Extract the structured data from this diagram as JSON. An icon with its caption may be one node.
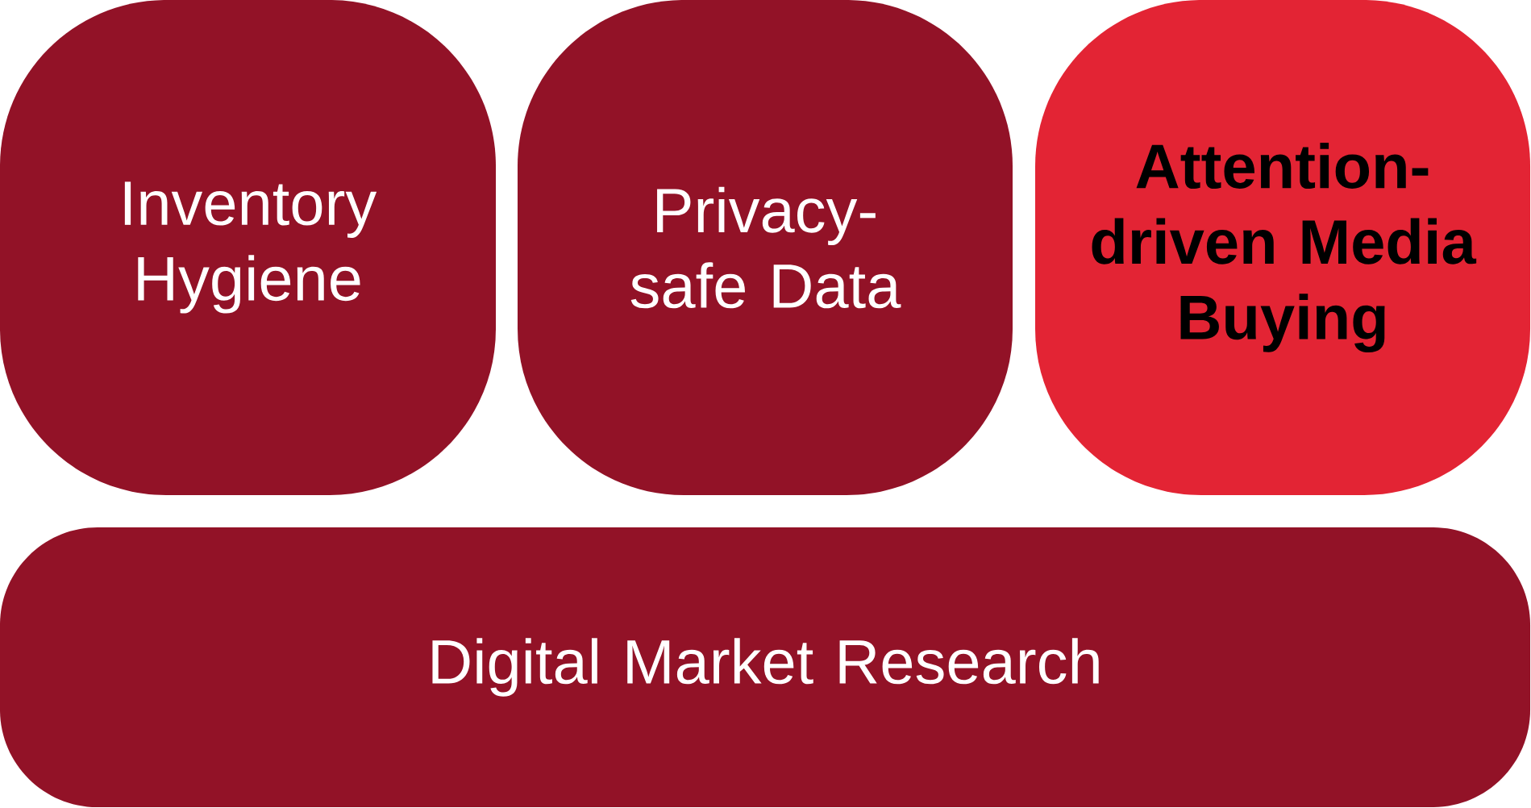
{
  "diagram": {
    "nodes": [
      {
        "text": [
          "Inventory Hygiene"
        ]
      },
      {
        "text": [
          "Privacy-safe Data"
        ]
      },
      {
        "text": [
          "Attention-driven Media Buying"
        ]
      },
      {
        "text": [
          "Digital Market Research"
        ]
      }
    ]
  }
}
